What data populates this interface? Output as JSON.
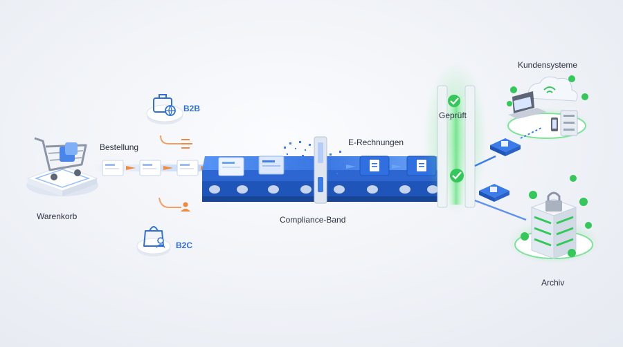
{
  "labels": {
    "cart": "Warenkorb",
    "order": "Bestellung",
    "b2b": "B2B",
    "b2c": "B2C",
    "e_invoices": "E-Rechnungen",
    "compliance_belt": "Compliance-Band",
    "checked": "Geprüft",
    "customer_systems": "Kundensysteme",
    "archive": "Archiv"
  },
  "colors": {
    "accent_blue": "#2f6fd6",
    "flow_orange": "#f08a3c",
    "check_green": "#34c759",
    "belt_blue": "#3b7bea"
  }
}
